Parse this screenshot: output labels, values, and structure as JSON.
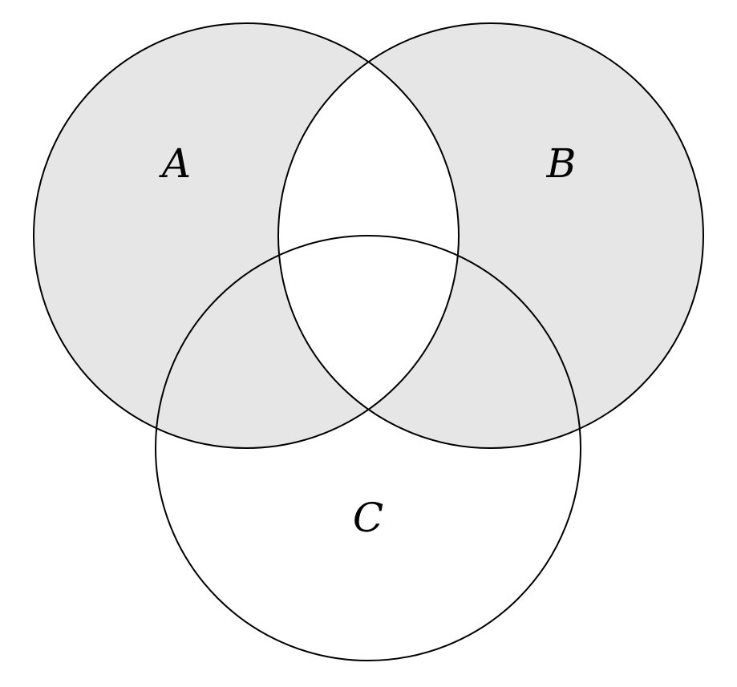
{
  "diagram": {
    "type": "venn",
    "sets": [
      {
        "id": "A",
        "label": "A"
      },
      {
        "id": "B",
        "label": "B"
      },
      {
        "id": "C",
        "label": "C"
      }
    ],
    "shaded_regions": [
      "A \\ B",
      "B \\ A"
    ],
    "colors": {
      "shade": "#e6e6e6",
      "stroke": "#000000",
      "background": "#ffffff",
      "label": "#000000"
    }
  }
}
